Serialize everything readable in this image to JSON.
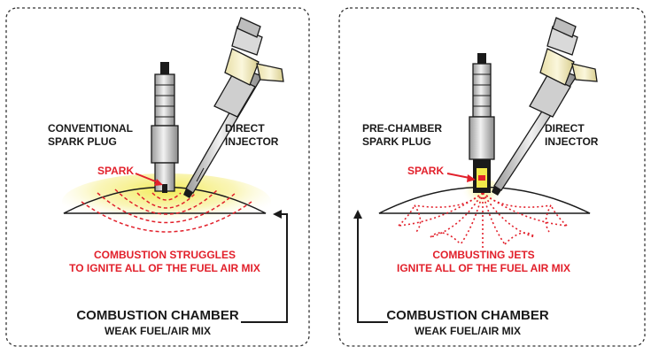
{
  "left_panel": {
    "plug_label_line1": "CONVENTIONAL",
    "plug_label_line2": "SPARK PLUG",
    "injector_label_line1": "DIRECT",
    "injector_label_line2": "INJECTOR",
    "spark_label": "SPARK",
    "result_line1": "COMBUSTION STRUGGLES",
    "result_line2": "TO IGNITE ALL OF THE FUEL AIR MIX",
    "chamber_label": "COMBUSTION CHAMBER",
    "mix_label": "WEAK FUEL/AIR MIX"
  },
  "right_panel": {
    "plug_label_line1": "PRE-CHAMBER",
    "plug_label_line2": "SPARK PLUG",
    "injector_label_line1": "DIRECT",
    "injector_label_line2": "INJECTOR",
    "spark_label": "SPARK",
    "result_line1": "COMBUSTING JETS",
    "result_line2": "IGNITE ALL OF THE FUEL AIR MIX",
    "chamber_label": "COMBUSTION CHAMBER",
    "mix_label": "WEAK FUEL/AIR MIX"
  },
  "colors": {
    "label": "#1a1a1a",
    "accent_red": "#e2202b",
    "glow_yellow": "#f2e94a"
  }
}
